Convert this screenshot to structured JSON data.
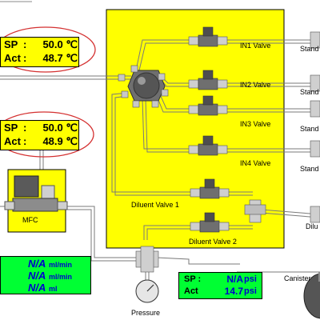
{
  "temperature_displays": [
    {
      "sp_label": "SP",
      "sp_value": "50.0",
      "sp_unit": "℃",
      "act_label": "Act",
      "act_value": "48.7",
      "act_unit": "℃"
    },
    {
      "sp_label": "SP",
      "sp_value": "50.0",
      "sp_unit": "℃",
      "act_label": "Act",
      "act_value": "48.9",
      "act_unit": "℃"
    }
  ],
  "valves": {
    "in1": "IN1 Valve",
    "in2": "IN2 Valve",
    "in3": "IN3 Valve",
    "in4": "IN4 Valve",
    "diluent1": "Diluent Valve 1",
    "diluent2": "Diluent Valve 2"
  },
  "mfc_label": "MFC",
  "outlets": [
    "Stand",
    "Stand",
    "Stand",
    "Stand",
    "Dilu"
  ],
  "flow_readings": [
    {
      "value": "N/A",
      "unit": "ml/min"
    },
    {
      "value": "N/A",
      "unit": "ml/min"
    },
    {
      "value": "N/A",
      "unit": "ml"
    }
  ],
  "pressure_label": "Pressure",
  "pressure_display": {
    "sp_label": "SP :",
    "sp_value": "N/A",
    "sp_unit": "psi",
    "act_label": "Act",
    "act_value": "14.7",
    "act_unit": "psi"
  },
  "canister_label": "Canister",
  "colors": {
    "panel": "#ffff00",
    "display_bg": "#ffff00",
    "readout_bg": "#00ff33",
    "readout_text": "#0000cc",
    "alarm_ring": "#d43030",
    "valve_body": "#6f6f6f"
  }
}
